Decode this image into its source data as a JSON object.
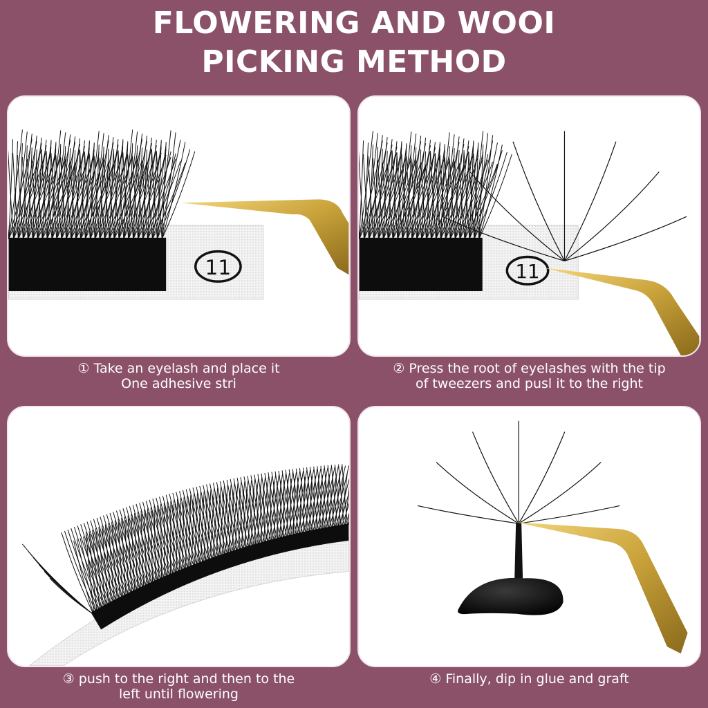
{
  "title": {
    "line1": "FLOWERING AND WOOI",
    "line2": "PICKING METHOD"
  },
  "colors": {
    "background": "#8b5168",
    "panel": "#ffffff",
    "tweezer_gold": "#c9a23a",
    "lash": "#111111"
  },
  "steps": [
    {
      "line1": "① Take an eyelash and place it",
      "line2": "One adhesive stri",
      "tray_label": "11"
    },
    {
      "line1": "② Press the root of eyelashes with the tip",
      "line2": "of tweezers and pusl it to the right",
      "tray_label": "11"
    },
    {
      "line1": "③ push to the right and then to the",
      "line2": "left until flowering"
    },
    {
      "line1": "④ Finally, dip in glue and graft",
      "line2": ""
    }
  ]
}
